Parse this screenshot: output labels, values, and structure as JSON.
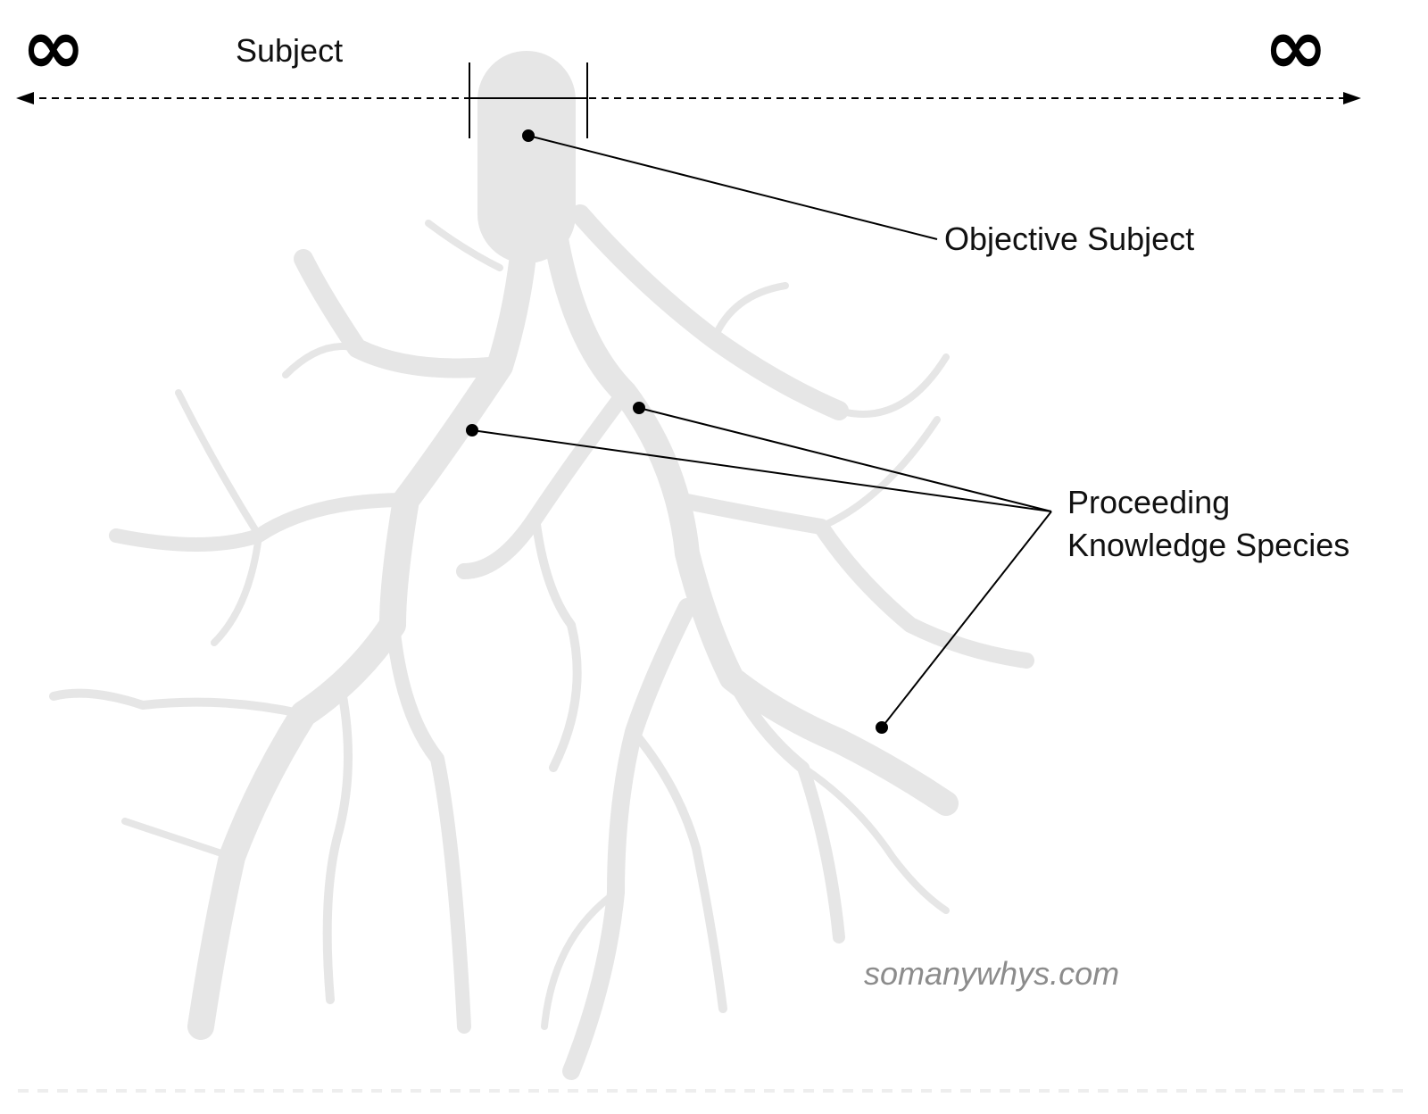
{
  "axis": {
    "label": "Subject",
    "left_symbol": "∞",
    "right_symbol": "∞"
  },
  "labels": {
    "objective_subject": "Objective Subject",
    "proceeding_line1": "Proceeding",
    "proceeding_line2": "Knowledge Species"
  },
  "watermark": "somanywhys.com",
  "colors": {
    "tree": "#e6e6e6",
    "lines": "#000000",
    "watermark": "#8c8c8c"
  }
}
